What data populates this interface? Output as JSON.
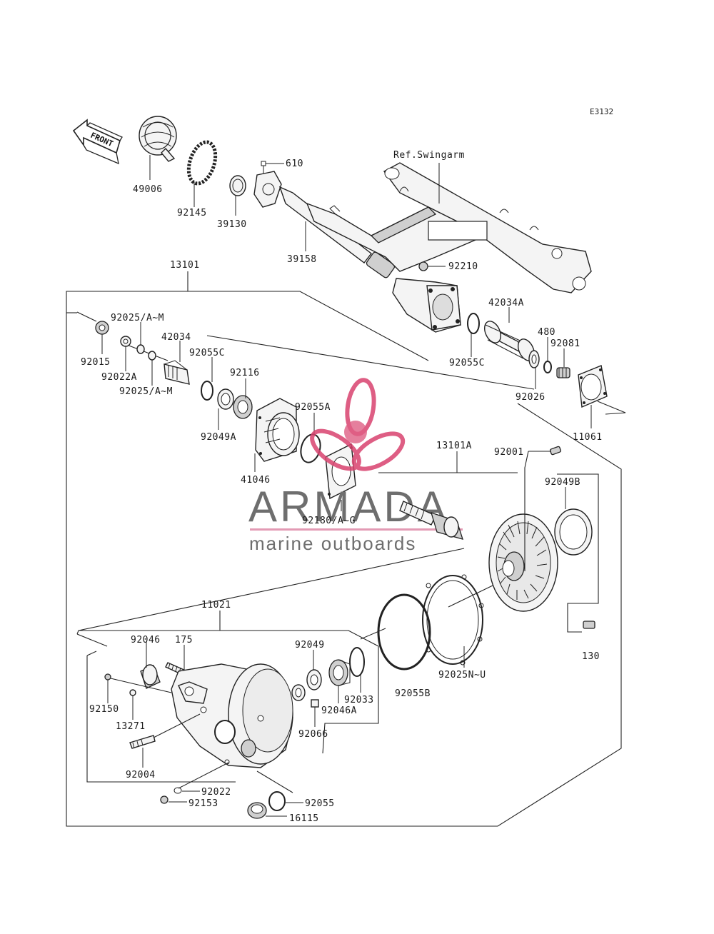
{
  "diagram_code": "E3132",
  "front_label": "FRONT",
  "ref_label": "Ref.Swingarm",
  "watermark": {
    "brand": "ARMADA",
    "tagline": "marine outboards",
    "accent_color": "#d9436f",
    "text_color": "#6e6e6e"
  },
  "parts": {
    "p49006": "49006",
    "p92145": "92145",
    "p39130": "39130",
    "p610": "610",
    "p39158": "39158",
    "p92210": "92210",
    "p13101": "13101",
    "p42034a": "42034A",
    "p480": "480",
    "p92081": "92081",
    "p92055c_r": "92055C",
    "p92026": "92026",
    "p11061": "11061",
    "p92025am_t": "92025/A~M",
    "p92015": "92015",
    "p92022a": "92022A",
    "p92025am_b": "92025/A~M",
    "p42034": "42034",
    "p92055c_l": "92055C",
    "p92116": "92116",
    "p92049a": "92049A",
    "p92055a": "92055A",
    "p41046": "41046",
    "p13101a": "13101A",
    "p92001": "92001",
    "p92049b": "92049B",
    "p92180ag": "92180/A~G",
    "p11021": "11021",
    "p92046": "92046",
    "p175": "175",
    "p92049": "92049",
    "p92033": "92033",
    "p92046a": "92046A",
    "p92055b": "92055B",
    "p92025nu": "92025N~U",
    "p130": "130",
    "p92150": "92150",
    "p13271": "13271",
    "p92066": "92066",
    "p92004": "92004",
    "p92022": "92022",
    "p92153": "92153",
    "p92055": "92055",
    "p16115": "16115"
  }
}
